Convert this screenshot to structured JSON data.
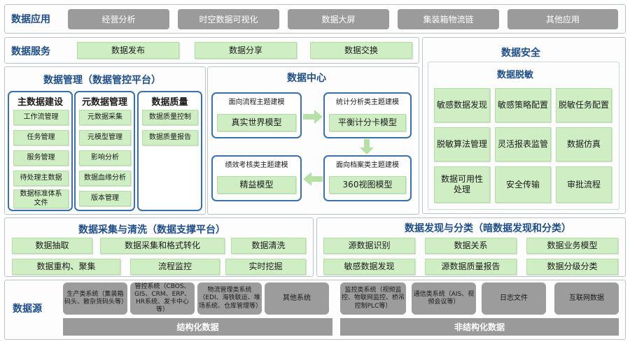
{
  "app": {
    "title": "数据应用",
    "items": [
      "经营分析",
      "时空数据可视化",
      "数据大屏",
      "集装箱物流链",
      "其他应用"
    ]
  },
  "service": {
    "title": "数据服务",
    "items": [
      "数据发布",
      "数据分享",
      "数据交换"
    ]
  },
  "security": {
    "title": "数据安全",
    "subtitle": "数据脱敏",
    "items": [
      "敏感数据发现",
      "敏感策略配置",
      "脱敏任务配置",
      "脱敏算法管理",
      "灵活报表监管",
      "数据仿真",
      "数据可用性处理",
      "安全传输",
      "审批流程"
    ]
  },
  "management": {
    "title": "数据管理（数据管控平台）",
    "master": {
      "title": "主数据建设",
      "items": [
        "工作流管理",
        "任务管理",
        "服务管理",
        "待处理主数据",
        "数据标准体系文件"
      ]
    },
    "meta": {
      "title": "元数据管理",
      "items": [
        "元数据采集",
        "元模型管理",
        "影响分析",
        "数据血缘分析",
        "版本管理"
      ]
    },
    "quality": {
      "title": "数据质量",
      "items": [
        "数据质量控制",
        "数据质量报告"
      ]
    }
  },
  "center": {
    "title": "数据中心",
    "models": [
      {
        "head": "面向流程主题建模",
        "label": "真实世界模型"
      },
      {
        "head": "统计分析类主题建模",
        "label": "平衡计分卡模型"
      },
      {
        "head": "绩效考核类主题建模",
        "label": "精益模型"
      },
      {
        "head": "面向档案类主题建模",
        "label": "360视图模型"
      }
    ]
  },
  "collect": {
    "title": "数据采集与清洗（数据支撑平台）",
    "items": [
      "数据抽取",
      "数据采集和格式转化",
      "数据清洗",
      "数据重构、聚集",
      "流程监控",
      "实时挖掘"
    ]
  },
  "discover": {
    "title": "数据发现与分类（暗数据发现和分类）",
    "items": [
      "源数据识别",
      "数据关系",
      "数据业务模型",
      "敏感数据发现",
      "源数据质量报告",
      "数据分级分类"
    ]
  },
  "source": {
    "title": "数据源",
    "structured": {
      "label": "结构化数据",
      "systems": [
        "生产类系统（集装箱码头、散杂货码头等）",
        "管控系统（CBOS、GIS、CRM、ERP、HR系统、发卡中心等）",
        "物流管理类系统（EDI、海铁联运、堆场系统、仓库管理等）",
        "其他系统"
      ]
    },
    "unstructured": {
      "label": "非结构化数据",
      "systems": [
        "监控类系统（视频监控、物联网监控、桥吊控制PLC等）",
        "通信类系统（AIS、视频会议等）",
        "日志文件",
        "互联网数据"
      ]
    }
  },
  "colors": {
    "title": "#1f4e86",
    "border": "#3a6fa8",
    "green": "#cfeec4",
    "gray": "#9b9b9b"
  }
}
